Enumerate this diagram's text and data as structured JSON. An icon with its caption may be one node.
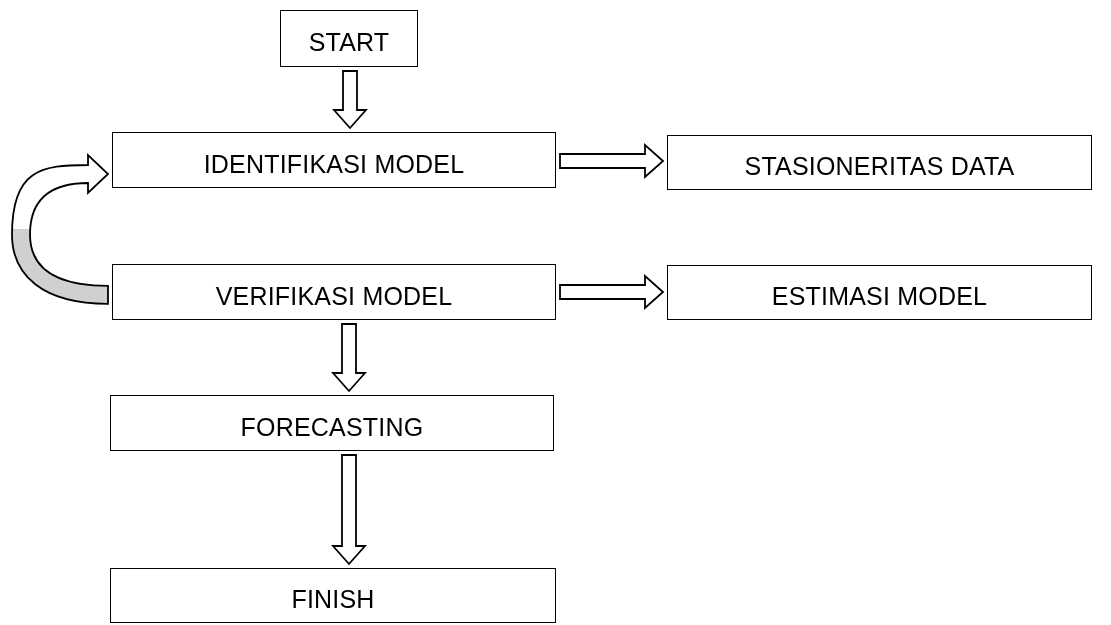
{
  "diagram": {
    "nodes": [
      {
        "text": [
          "START"
        ]
      },
      {
        "text": [
          "IDENTIFIKASI MODEL"
        ]
      },
      {
        "text": [
          "STASIONERITAS DATA"
        ]
      },
      {
        "text": [
          "VERIFIKASI MODEL"
        ]
      },
      {
        "text": [
          "ESTIMASI MODEL"
        ]
      },
      {
        "text": [
          "FORECASTING"
        ]
      },
      {
        "text": [
          "FINISH"
        ]
      }
    ],
    "edges": [
      {
        "from": 0,
        "to": 1,
        "arrow": "to"
      },
      {
        "from": 1,
        "to": 2,
        "arrow": "to"
      },
      {
        "from": 3,
        "to": 1,
        "arrow": "to"
      },
      {
        "from": 3,
        "to": 4,
        "arrow": "to"
      },
      {
        "from": 3,
        "to": 5,
        "arrow": "to"
      },
      {
        "from": 5,
        "to": 6,
        "arrow": "to"
      }
    ]
  }
}
